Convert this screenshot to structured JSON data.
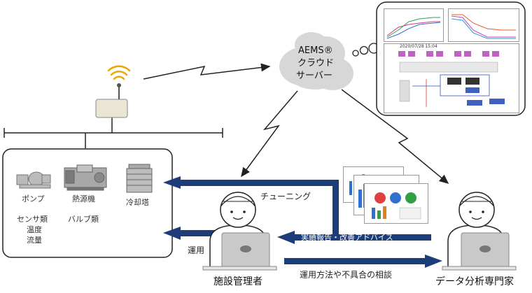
{
  "cloud": {
    "line1": "AEMS®",
    "line2": "クラウド",
    "line3": "サーバー"
  },
  "equipment": {
    "pump": "ポンプ",
    "heat_source": "熱源機",
    "cooling_tower": "冷却塔",
    "sensors": "センサ類",
    "valves": "バルブ類",
    "temperature": "温度",
    "flow": "流量"
  },
  "arrows": {
    "tuning": "チューニング",
    "operation": "運用",
    "report": "実績報告・改善アドバイス",
    "consult": "運用方法や不具合の相談"
  },
  "people": {
    "manager": "施設管理者",
    "analyst": "データ分析専門家"
  },
  "screen": {
    "timestamp": "2020/07/28 15:04"
  },
  "colors": {
    "arrow_blue": "#1c3d7a",
    "cloud_gray": "#d7d7d7",
    "box_border": "#222222"
  }
}
